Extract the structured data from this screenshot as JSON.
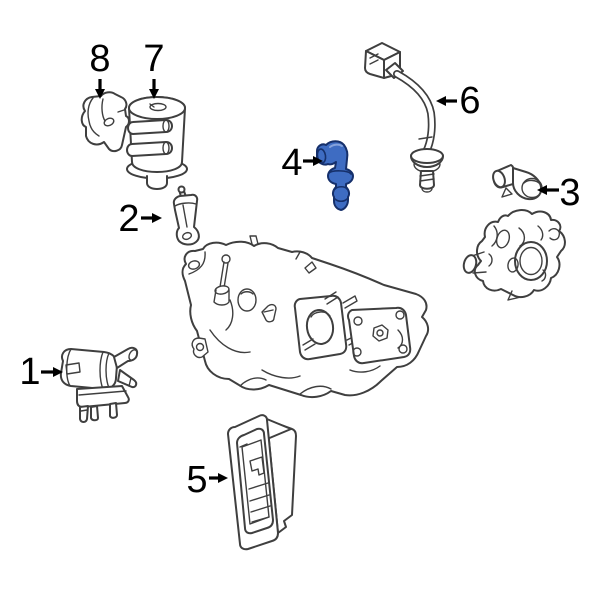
{
  "diagram": {
    "type": "exploded-parts-diagram",
    "colors": {
      "background": "#ffffff",
      "line": "#3f3f3f",
      "label": "#000000",
      "arrow": "#000000",
      "highlight-fill": "#3e6cc2",
      "highlight-stroke": "#16306b",
      "highlight-light": "#86a3dc"
    },
    "callouts": [
      {
        "number": "1",
        "direction": "right",
        "highlighted": false
      },
      {
        "number": "2",
        "direction": "right",
        "highlighted": false
      },
      {
        "number": "3",
        "direction": "left",
        "highlighted": false
      },
      {
        "number": "4",
        "direction": "right",
        "highlighted": true
      },
      {
        "number": "5",
        "direction": "right",
        "highlighted": false
      },
      {
        "number": "6",
        "direction": "left",
        "highlighted": false
      },
      {
        "number": "7",
        "direction": "down",
        "highlighted": false
      },
      {
        "number": "8",
        "direction": "down",
        "highlighted": false
      }
    ]
  }
}
